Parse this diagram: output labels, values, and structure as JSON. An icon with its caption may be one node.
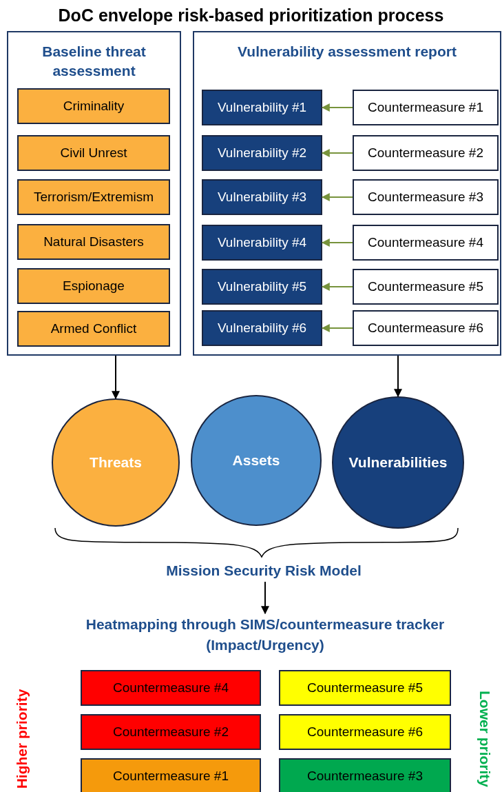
{
  "diagram": {
    "title": "DoC envelope risk-based prioritization process",
    "nodes": [
      {
        "text": [
          "Baseline threat assessment"
        ]
      },
      {
        "text": [
          "Criminality"
        ],
        "in": 0
      },
      {
        "text": [
          "Civil Unrest"
        ],
        "in": 0
      },
      {
        "text": [
          "Terrorism/Extremism"
        ],
        "in": 0
      },
      {
        "text": [
          "Natural Disasters"
        ],
        "in": 0
      },
      {
        "text": [
          "Espionage"
        ],
        "in": 0
      },
      {
        "text": [
          "Armed Conflict"
        ],
        "in": 0
      },
      {
        "text": [
          "Vulnerability assessment report"
        ]
      },
      {
        "text": [
          "Vulnerability #1"
        ],
        "in": 7
      },
      {
        "text": [
          "Countermeasure #1"
        ],
        "in": 7
      },
      {
        "text": [
          "Vulnerability #2"
        ],
        "in": 7
      },
      {
        "text": [
          "Countermeasure #2"
        ],
        "in": 7
      },
      {
        "text": [
          "Vulnerability #3"
        ],
        "in": 7
      },
      {
        "text": [
          "Countermeasure #3"
        ],
        "in": 7
      },
      {
        "text": [
          "Vulnerability #4"
        ],
        "in": 7
      },
      {
        "text": [
          "Countermeasure #4"
        ],
        "in": 7
      },
      {
        "text": [
          "Vulnerability #5"
        ],
        "in": 7
      },
      {
        "text": [
          "Countermeasure #5"
        ],
        "in": 7
      },
      {
        "text": [
          "Vulnerability #6"
        ],
        "in": 7
      },
      {
        "text": [
          "Countermeasure #6"
        ],
        "in": 7
      },
      {
        "text": [
          "Threats"
        ]
      },
      {
        "text": [
          "Assets"
        ]
      },
      {
        "text": [
          "Vulnerabilities"
        ]
      },
      {
        "text": [
          "Mission Security Risk Model"
        ]
      },
      {
        "text": [
          "Heatmapping through SIMS/countermeasure tracker (Impact/Urgency)"
        ]
      },
      {
        "text": [
          "Countermeasure #4"
        ]
      },
      {
        "text": [
          "Countermeasure #5"
        ]
      },
      {
        "text": [
          "Countermeasure #2"
        ]
      },
      {
        "text": [
          "Countermeasure #6"
        ]
      },
      {
        "text": [
          "Countermeasure #1"
        ]
      },
      {
        "text": [
          "Countermeasure #3"
        ]
      }
    ],
    "edges": [
      {
        "from": 9,
        "to": 8,
        "arrow": "to"
      },
      {
        "from": 11,
        "to": 10,
        "arrow": "to"
      },
      {
        "from": 13,
        "to": 12,
        "arrow": "to"
      },
      {
        "from": 15,
        "to": 14,
        "arrow": "to"
      },
      {
        "from": 17,
        "to": 16,
        "arrow": "to"
      },
      {
        "from": 19,
        "to": 18,
        "arrow": "to"
      },
      {
        "from": 0,
        "to": 20,
        "arrow": "to",
        "color": "#000000"
      },
      {
        "from": 7,
        "to": 22,
        "arrow": "to",
        "color": "#000000"
      },
      {
        "from": 23,
        "to": 24,
        "arrow": "to",
        "color": "#000000"
      }
    ],
    "labels": [
      "Higher priority",
      "Lower priority"
    ]
  }
}
